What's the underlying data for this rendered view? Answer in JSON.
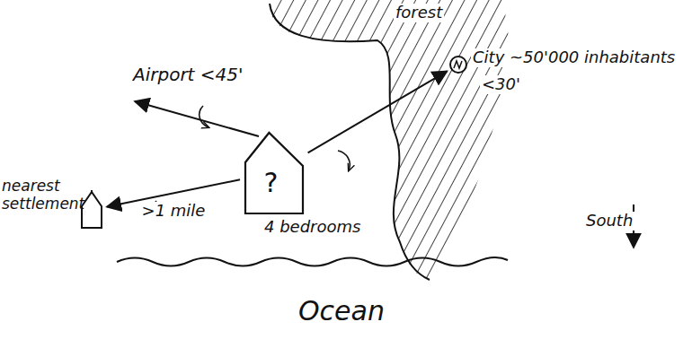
{
  "diagram": {
    "nodes": [
      {
        "text": [
          "?",
          "4 bedrooms"
        ]
      },
      {
        "text": [
          "nearest settlement"
        ]
      },
      {
        "text": [
          "City ~50'000 inhabitants",
          "<30'"
        ]
      }
    ],
    "edges": [
      {
        "from": 0,
        "to": 1,
        "arrow": "to",
        "label": ">1 mile"
      },
      {
        "from": 0,
        "to": 2,
        "arrow": "to"
      }
    ],
    "labels": [
      "Airport <45'",
      "forest",
      "South",
      "Ocean"
    ]
  }
}
